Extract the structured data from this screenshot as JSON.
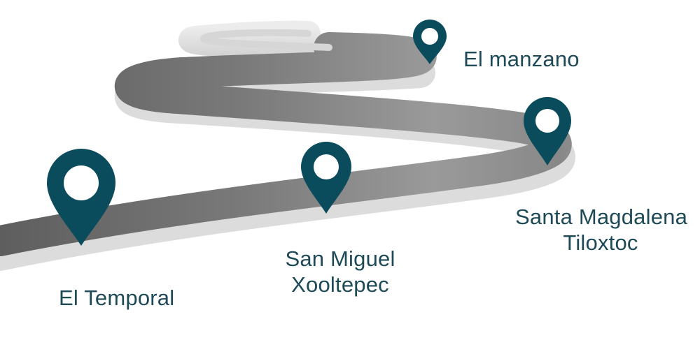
{
  "theme": {
    "pin_color": "#0b4c5c",
    "label_color": "#1e4a57",
    "road_dark": "#6a6a6a",
    "road_light": "#e0e0e0",
    "road_shadow": "#d9d9d9"
  },
  "stops": [
    {
      "id": "el-manzano",
      "lines": [
        "El manzano"
      ],
      "icon": "map-pin-icon"
    },
    {
      "id": "santa-magdalena-tiloxtoc",
      "lines": [
        "Santa Magdalena",
        "Tiloxtoc"
      ],
      "icon": "map-pin-icon"
    },
    {
      "id": "san-miguel-xooltepec",
      "lines": [
        "San Miguel",
        "Xooltepec"
      ],
      "icon": "map-pin-icon"
    },
    {
      "id": "el-temporal",
      "lines": [
        "El Temporal"
      ],
      "icon": "map-pin-icon"
    }
  ]
}
